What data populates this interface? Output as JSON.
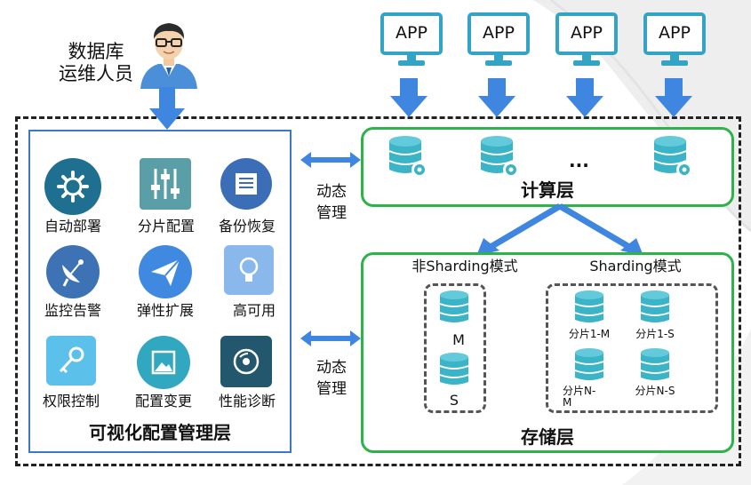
{
  "person": {
    "label_line1": "数据库",
    "label_line2": "运维人员"
  },
  "apps": [
    "APP",
    "APP",
    "APP",
    "APP"
  ],
  "left_panel": {
    "title": "可视化配置管理层",
    "features": [
      "自动部署",
      "分片配置",
      "备份恢复",
      "监控告警",
      "弹性扩展",
      "高可用",
      "权限控制",
      "配置变更",
      "性能诊断"
    ]
  },
  "management": {
    "line1": "动态",
    "line2": "管理"
  },
  "compute": {
    "title": "计算层",
    "ellipsis": "..."
  },
  "storage": {
    "title": "存储层",
    "non_sharding": {
      "label": "非Sharding模式",
      "master": "M",
      "slave": "S"
    },
    "sharding": {
      "label": "Sharding模式",
      "shards": [
        "分片1-M",
        "分片1-S",
        "分片N-M",
        "分片N-S"
      ]
    }
  },
  "colors": {
    "green_border": "#2db34a",
    "blue_border": "#3c78c8",
    "arrow_blue": "#3f86e0",
    "db_teal": "#3cb4c8",
    "dashed": "#222222"
  }
}
